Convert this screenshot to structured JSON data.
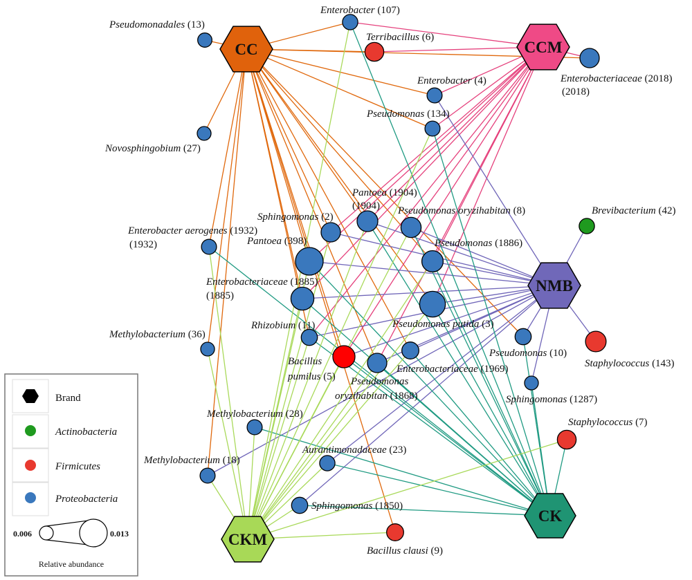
{
  "colors": {
    "proteobacteria": "#3a78bd",
    "firmicutes": "#e8392f",
    "firmicutes_bright": "#ff0000",
    "actinobacteria": "#1f9a1f",
    "edge_CC": "#e0680c",
    "edge_CCM": "#e5407c",
    "edge_NMB": "#6f65b8",
    "edge_CK": "#1f9a82",
    "edge_CKM": "#a9d95a"
  },
  "brands": [
    {
      "id": "CC",
      "label": "CC",
      "color": "#e0620c"
    },
    {
      "id": "CCM",
      "label": "CCM",
      "color": "#ef4a86"
    },
    {
      "id": "NMB",
      "label": "NMB",
      "color": "#7068b9"
    },
    {
      "id": "CK",
      "label": "CK",
      "color": "#1f9473"
    },
    {
      "id": "CKM",
      "label": "CKM",
      "color": "#a8d957"
    }
  ],
  "nodes": [
    {
      "id": "n1",
      "name": "Pseudomonadales",
      "num": "(13)",
      "phylum": "Proteobacteria",
      "abundance": 0.0062
    },
    {
      "id": "n2",
      "name": "Enterobacter",
      "num": "(107)",
      "phylum": "Proteobacteria",
      "abundance": 0.0068
    },
    {
      "id": "n3",
      "name": "Terribacillus",
      "num": "(6)",
      "phylum": "Firmicutes",
      "abundance": 0.0085
    },
    {
      "id": "n4",
      "name": "Enterobacteriaceae",
      "num": "(2018)",
      "phylum": "Proteobacteria",
      "abundance": 0.0088
    },
    {
      "id": "n5",
      "name": "Enterobacter",
      "num": "(4)",
      "phylum": "Proteobacteria",
      "abundance": 0.0066
    },
    {
      "id": "n6",
      "name": "Pseudomonas",
      "num": "(134)",
      "phylum": "Proteobacteria",
      "abundance": 0.0066
    },
    {
      "id": "n7",
      "name": "Novosphingobium",
      "num": "(27)",
      "phylum": "Proteobacteria",
      "abundance": 0.006
    },
    {
      "id": "n8",
      "name": "Pantoea",
      "num": "(1904)",
      "phylum": "Proteobacteria",
      "abundance": 0.0095
    },
    {
      "id": "n9",
      "name": "Sphingomonas",
      "num": "(2)",
      "phylum": "Proteobacteria",
      "abundance": 0.0088
    },
    {
      "id": "n10",
      "name": "Pseudomonas oryzihabitan",
      "num": "(8)",
      "phylum": "Proteobacteria",
      "abundance": 0.0092
    },
    {
      "id": "n11",
      "name": "Enterobacter aerogenes",
      "num": "(1932)",
      "phylum": "Proteobacteria",
      "abundance": 0.0066
    },
    {
      "id": "n12",
      "name": "Brevibacterium",
      "num": "(42)",
      "phylum": "Actinobacteria",
      "abundance": 0.0068
    },
    {
      "id": "n13",
      "name": "Pantoea",
      "num": "(398)",
      "phylum": "Proteobacteria",
      "abundance": 0.013
    },
    {
      "id": "n14",
      "name": "Pseudomonas",
      "num": "(1886)",
      "phylum": "Proteobacteria",
      "abundance": 0.0098
    },
    {
      "id": "n15",
      "name": "Enterobacteriaceae",
      "num": "(1885)",
      "phylum": "Proteobacteria",
      "abundance": 0.0106
    },
    {
      "id": "n16",
      "name": "Pseudomonas putida",
      "num": "(3)",
      "phylum": "Proteobacteria",
      "abundance": 0.012
    },
    {
      "id": "n17",
      "name": "Methylobacterium",
      "num": "(36)",
      "phylum": "Proteobacteria",
      "abundance": 0.006
    },
    {
      "id": "n18",
      "name": "Rhizobium",
      "num": "(11)",
      "phylum": "Proteobacteria",
      "abundance": 0.0072
    },
    {
      "id": "n19",
      "name": "Pseudomonas",
      "num": "(10)",
      "phylum": "Proteobacteria",
      "abundance": 0.0072
    },
    {
      "id": "n20",
      "name": "Bacillus pumilus",
      "num": "(5)",
      "phylum": "Firmicutes",
      "abundance": 0.0102,
      "bright": true
    },
    {
      "id": "n21",
      "name": "Staphylococcus",
      "num": "(143)",
      "phylum": "Firmicutes",
      "abundance": 0.0094
    },
    {
      "id": "n22",
      "name": "Enterobacteriaceae",
      "num": "(1969)",
      "phylum": "Proteobacteria",
      "abundance": 0.0076
    },
    {
      "id": "n23",
      "name": "Pseudomonas oryzihabitan",
      "num": "(1868)",
      "phylum": "Proteobacteria",
      "abundance": 0.0088
    },
    {
      "id": "n24",
      "name": "Sphingomonas",
      "num": "(1287)",
      "phylum": "Proteobacteria",
      "abundance": 0.006
    },
    {
      "id": "n25",
      "name": "Methylobacterium",
      "num": "(28)",
      "phylum": "Proteobacteria",
      "abundance": 0.0066
    },
    {
      "id": "n26",
      "name": "Staphylococcus",
      "num": "(7)",
      "phylum": "Firmicutes",
      "abundance": 0.0085
    },
    {
      "id": "n27",
      "name": "Aurantimonadaceae",
      "num": "(23)",
      "phylum": "Proteobacteria",
      "abundance": 0.0068
    },
    {
      "id": "n28",
      "name": "Methylobacterium",
      "num": "(18)",
      "phylum": "Proteobacteria",
      "abundance": 0.0066
    },
    {
      "id": "n29",
      "name": "Sphingomonas",
      "num": "(1850)",
      "phylum": "Proteobacteria",
      "abundance": 0.0072
    },
    {
      "id": "n30",
      "name": "Bacillus clausi",
      "num": "(9)",
      "phylum": "Firmicutes",
      "abundance": 0.0076
    }
  ],
  "edges": {
    "CC": [
      "n1",
      "n2",
      "n3",
      "n4",
      "n5",
      "n6",
      "n7",
      "n8",
      "n9",
      "n11",
      "n13",
      "n14",
      "n15",
      "n16",
      "n17",
      "n18",
      "n19",
      "n20",
      "n22",
      "n23",
      "n28",
      "n30"
    ],
    "CCM": [
      "n2",
      "n3",
      "n4",
      "n5",
      "n6",
      "n8",
      "n9",
      "n10",
      "n13",
      "n14",
      "n15",
      "n16",
      "n18",
      "n20",
      "n23"
    ],
    "NMB": [
      "n5",
      "n8",
      "n9",
      "n10",
      "n12",
      "n13",
      "n14",
      "n15",
      "n16",
      "n18",
      "n19",
      "n20",
      "n21",
      "n22",
      "n23",
      "n24",
      "n28",
      "n29",
      "n27"
    ],
    "CK": [
      "n2",
      "n6",
      "n8",
      "n10",
      "n11",
      "n13",
      "n14",
      "n15",
      "n16",
      "n18",
      "n19",
      "n20",
      "n22",
      "n23",
      "n24",
      "n25",
      "n26",
      "n27",
      "n29"
    ],
    "CKM": [
      "n2",
      "n6",
      "n8",
      "n9",
      "n10",
      "n11",
      "n13",
      "n14",
      "n15",
      "n16",
      "n17",
      "n18",
      "n20",
      "n22",
      "n23",
      "n25",
      "n26",
      "n27",
      "n28",
      "n29",
      "n30"
    ]
  },
  "legend": {
    "brand_label": "Brand",
    "phyla": [
      {
        "label": "Actinobacteria",
        "color": "#1f9a1f"
      },
      {
        "label": "Firmicutes",
        "color": "#e8392f"
      },
      {
        "label": "Proteobacteria",
        "color": "#3a78bd"
      }
    ],
    "size_min": "0.006",
    "size_max": "0.013",
    "size_title": "Relative abundance"
  }
}
